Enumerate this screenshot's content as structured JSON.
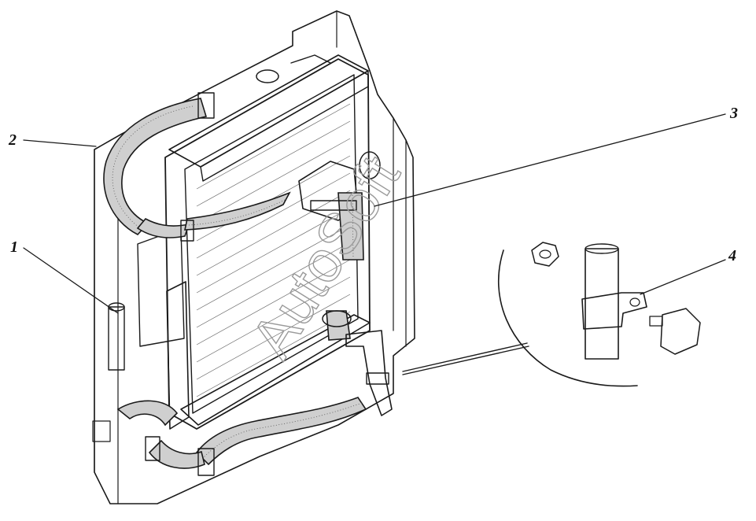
{
  "callouts": [
    {
      "id": "1",
      "label": "1"
    },
    {
      "id": "2",
      "label": "2"
    },
    {
      "id": "3",
      "label": "3"
    },
    {
      "id": "4",
      "label": "4"
    }
  ],
  "watermark": "AutoSoft",
  "colors": {
    "ink": "#1a1a1a",
    "background": "#ffffff",
    "watermark": "#9a9a9a",
    "hose": "#cfcfcf"
  }
}
